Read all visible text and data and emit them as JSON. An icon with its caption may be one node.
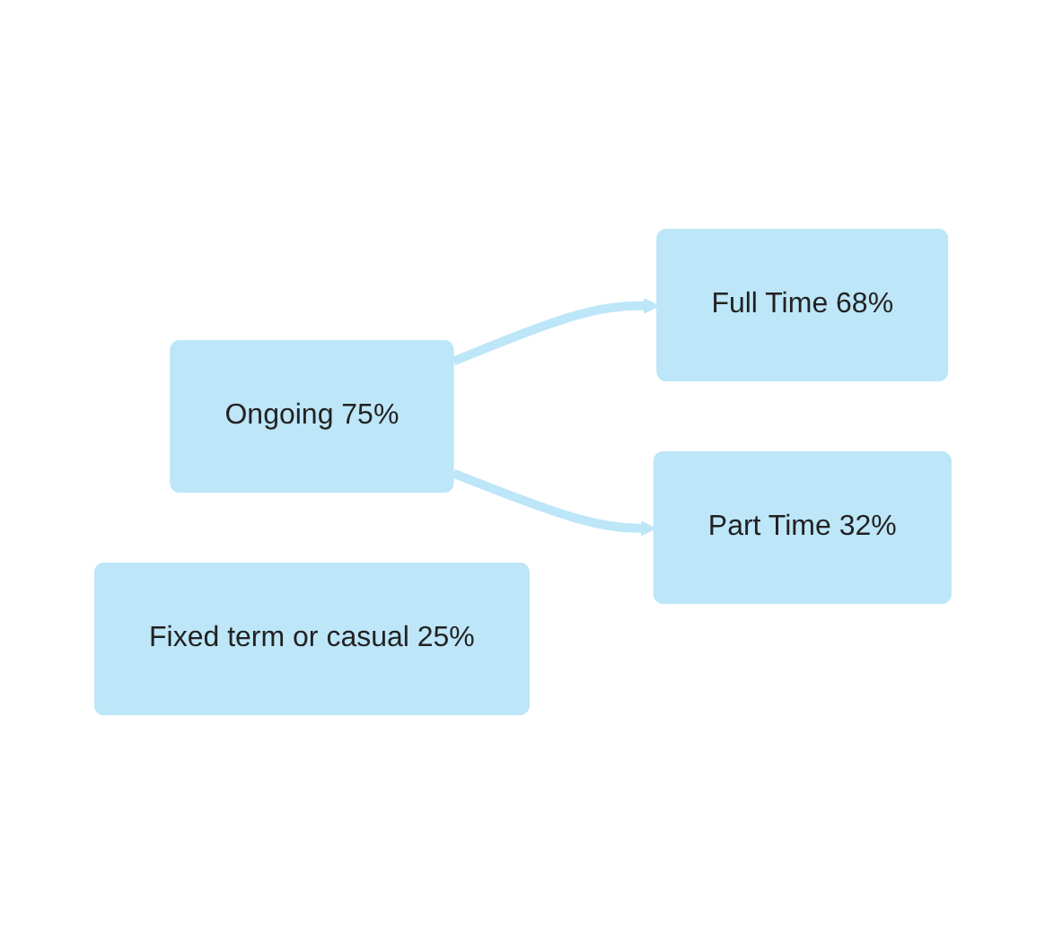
{
  "diagram": {
    "nodes": [
      {
        "text": [
          "Ongoing 75%"
        ]
      },
      {
        "text": [
          "Full Time 68%"
        ]
      },
      {
        "text": [
          "Part Time 32%"
        ]
      },
      {
        "text": [
          "Fixed term or casual 25%"
        ]
      }
    ],
    "edges": [
      {
        "from": 0,
        "to": 1,
        "arrow": "to"
      },
      {
        "from": 0,
        "to": 2,
        "arrow": "to"
      }
    ]
  }
}
